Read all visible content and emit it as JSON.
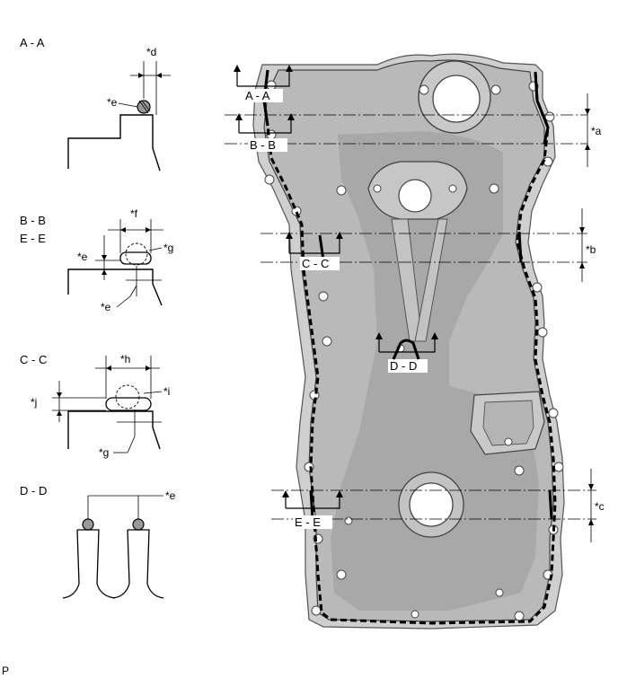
{
  "sections": [
    {
      "id": "aa",
      "title": "A - A"
    },
    {
      "id": "bb",
      "title": "B - B"
    },
    {
      "id": "ee",
      "title": "E - E"
    },
    {
      "id": "cc",
      "title": "C - C"
    },
    {
      "id": "dd",
      "title": "D - D"
    }
  ],
  "callouts": {
    "a": "*a",
    "b": "*b",
    "c": "*c",
    "d": "*d",
    "e": "*e",
    "f": "*f",
    "g": "*g",
    "h": "*h",
    "i": "*i",
    "j": "*j"
  },
  "section_tags": {
    "aa": "A - A",
    "bb": "B - B",
    "cc": "C - C",
    "dd": "D - D",
    "ee": "E - E"
  },
  "footer_code": "P"
}
